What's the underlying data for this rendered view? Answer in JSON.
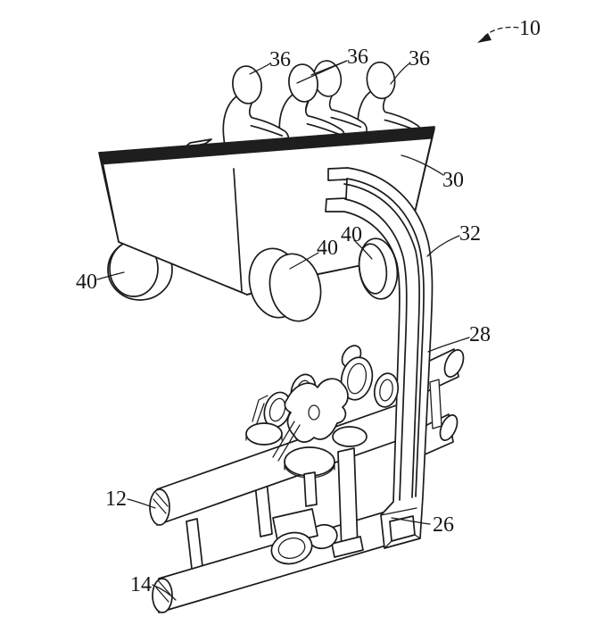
{
  "figure": {
    "kind": "patent line drawing",
    "subject": "amusement ride vehicle with passengers on curved support arm and tubular track bogie",
    "background_color": "#ffffff",
    "line_color": "#1b1b1b"
  },
  "labels": {
    "ref10": "10",
    "ref36a": "36",
    "ref36b": "36",
    "ref36c": "36",
    "ref30": "30",
    "ref32": "32",
    "ref28": "28",
    "ref26": "26",
    "ref12": "12",
    "ref14": "14",
    "ref40a": "40",
    "ref40b": "40",
    "ref40c": "40"
  }
}
